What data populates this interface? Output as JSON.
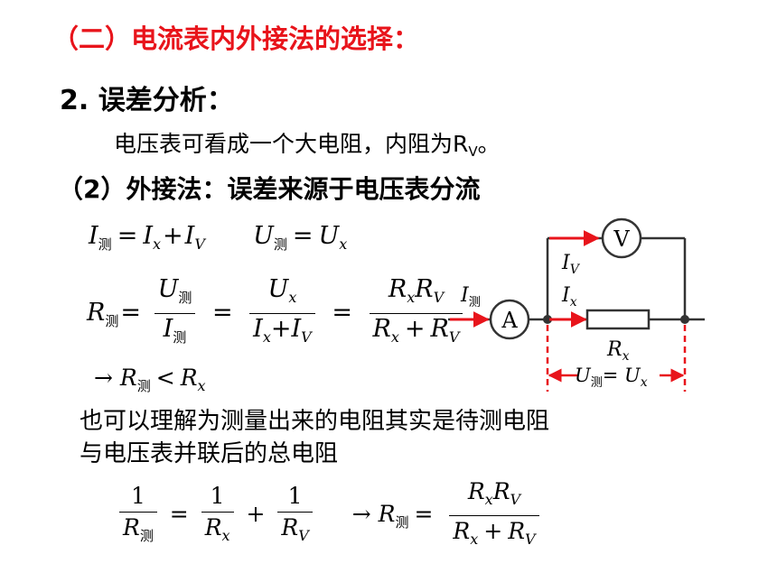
{
  "heading": "（二）电流表内外接法的选择：",
  "section": "2.  误差分析：",
  "note": "电压表可看成一个大电阻，内阻为R",
  "note_sub": "V",
  "note_end": "。",
  "subheading": "（2）外接法：误差来源于电压表分流",
  "symbols": {
    "I": "I",
    "U": "U",
    "R": "R",
    "measured": "测",
    "x": "x",
    "V": "V",
    "one": "1",
    "arrow": "→",
    "lt": "<",
    "eq": "=",
    "plus": "+"
  },
  "explanation_line1": "也可以理解为测量出来的电阻其实是待测电阻",
  "explanation_line2": "与电压表并联后的总电阻",
  "circuit": {
    "ammeter": "A",
    "voltmeter": "V",
    "label_Iv": "I",
    "label_Iv_sub": "V",
    "label_Ix": "I",
    "label_Ix_sub": "x",
    "label_Imeas": "I",
    "label_Imeas_sub": "测",
    "label_Rx": "R",
    "label_Rx_sub": "x",
    "label_U": "U",
    "label_U_sub": "测",
    "label_U_eq": "= U",
    "label_U_sub2": "x",
    "wire_color": "#333333",
    "arrow_color": "#e8141b"
  }
}
